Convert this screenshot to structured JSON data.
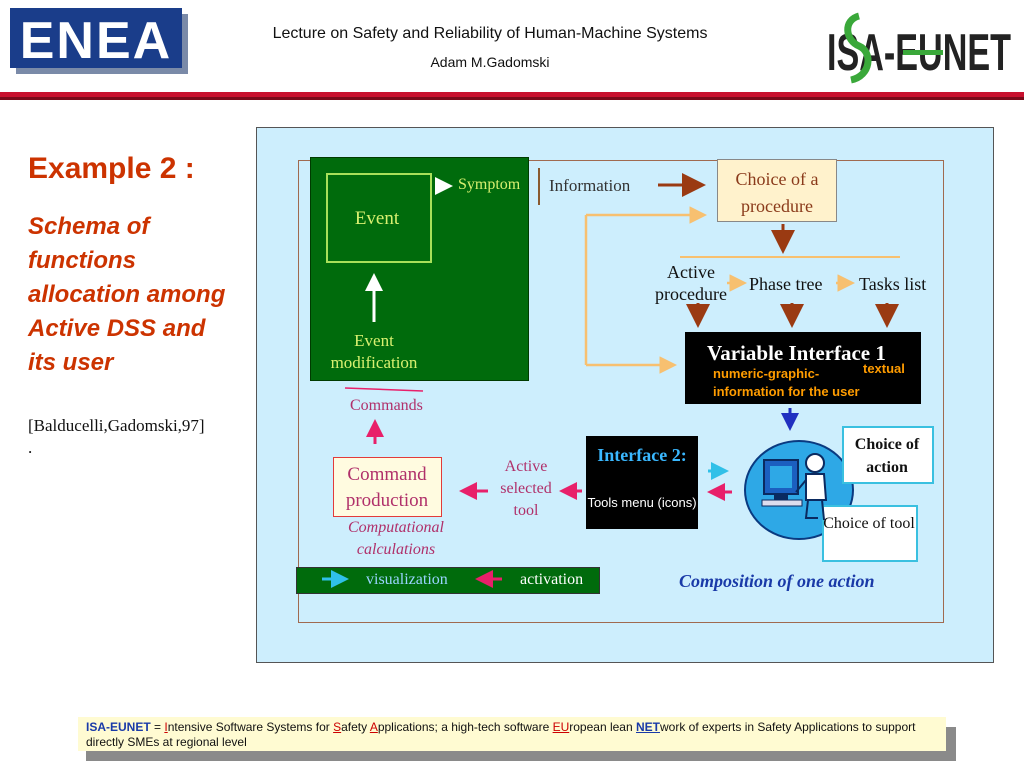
{
  "header": {
    "title": "Lecture on Safety and Reliability of Human-Machine Systems",
    "author": "Adam M.Gadomski",
    "left_logo_text": "ENEA",
    "right_logo_text": "ISA-EUNET"
  },
  "left": {
    "example_title": "Example 2 :",
    "schema_text": "Schema of functions allocation among Active DSS and  its user",
    "citation": "[Balducelli,Gadomski,97]",
    "citation_tail": "."
  },
  "diagram": {
    "event": "Event",
    "event_modification": "Event modification",
    "symptom": "Symptom",
    "information": "Information",
    "choice_procedure": "Choice of a procedure",
    "active_procedure": "Active procedure",
    "phase_tree": "Phase tree",
    "tasks_list": "Tasks list",
    "variable_interface_title": "Variable Interface 1",
    "variable_interface_line1": "numeric-graphic-",
    "variable_interface_textual": "textual",
    "variable_interface_line2": "information  for the  user",
    "commands": "Commands",
    "interface2_title": "Interface 2:",
    "interface2_sub": "Tools menu (icons)",
    "command_production": "Command production",
    "computational_calculations": "Computational calculations",
    "active_selected_tool": "Active selected tool",
    "choice_action": "Choice of action",
    "choice_tool": "Choice of tool",
    "legend_visualization": "visualization",
    "legend_activation": "activation",
    "composition": "Composition of one action"
  },
  "footer": {
    "p1": "ISA-EUNET",
    "p2": " = ",
    "p3": "I",
    "p4": "ntensive Software Systems for ",
    "p5": "S",
    "p6": "afety ",
    "p7": "A",
    "p8": "pplications; a high-tech software ",
    "p9": "EU",
    "p10": "ropean lean ",
    "p11": "NET",
    "p12": "work of experts in Safety Applications to support directly SMEs at regional level"
  },
  "colors": {
    "header_rule": "#c8102e",
    "title_orange": "#cc3300",
    "panel_bg": "#cdeefd",
    "green_block": "#006b0c",
    "accent_pink": "#b0306a",
    "link_blue": "#1a3aa8"
  }
}
